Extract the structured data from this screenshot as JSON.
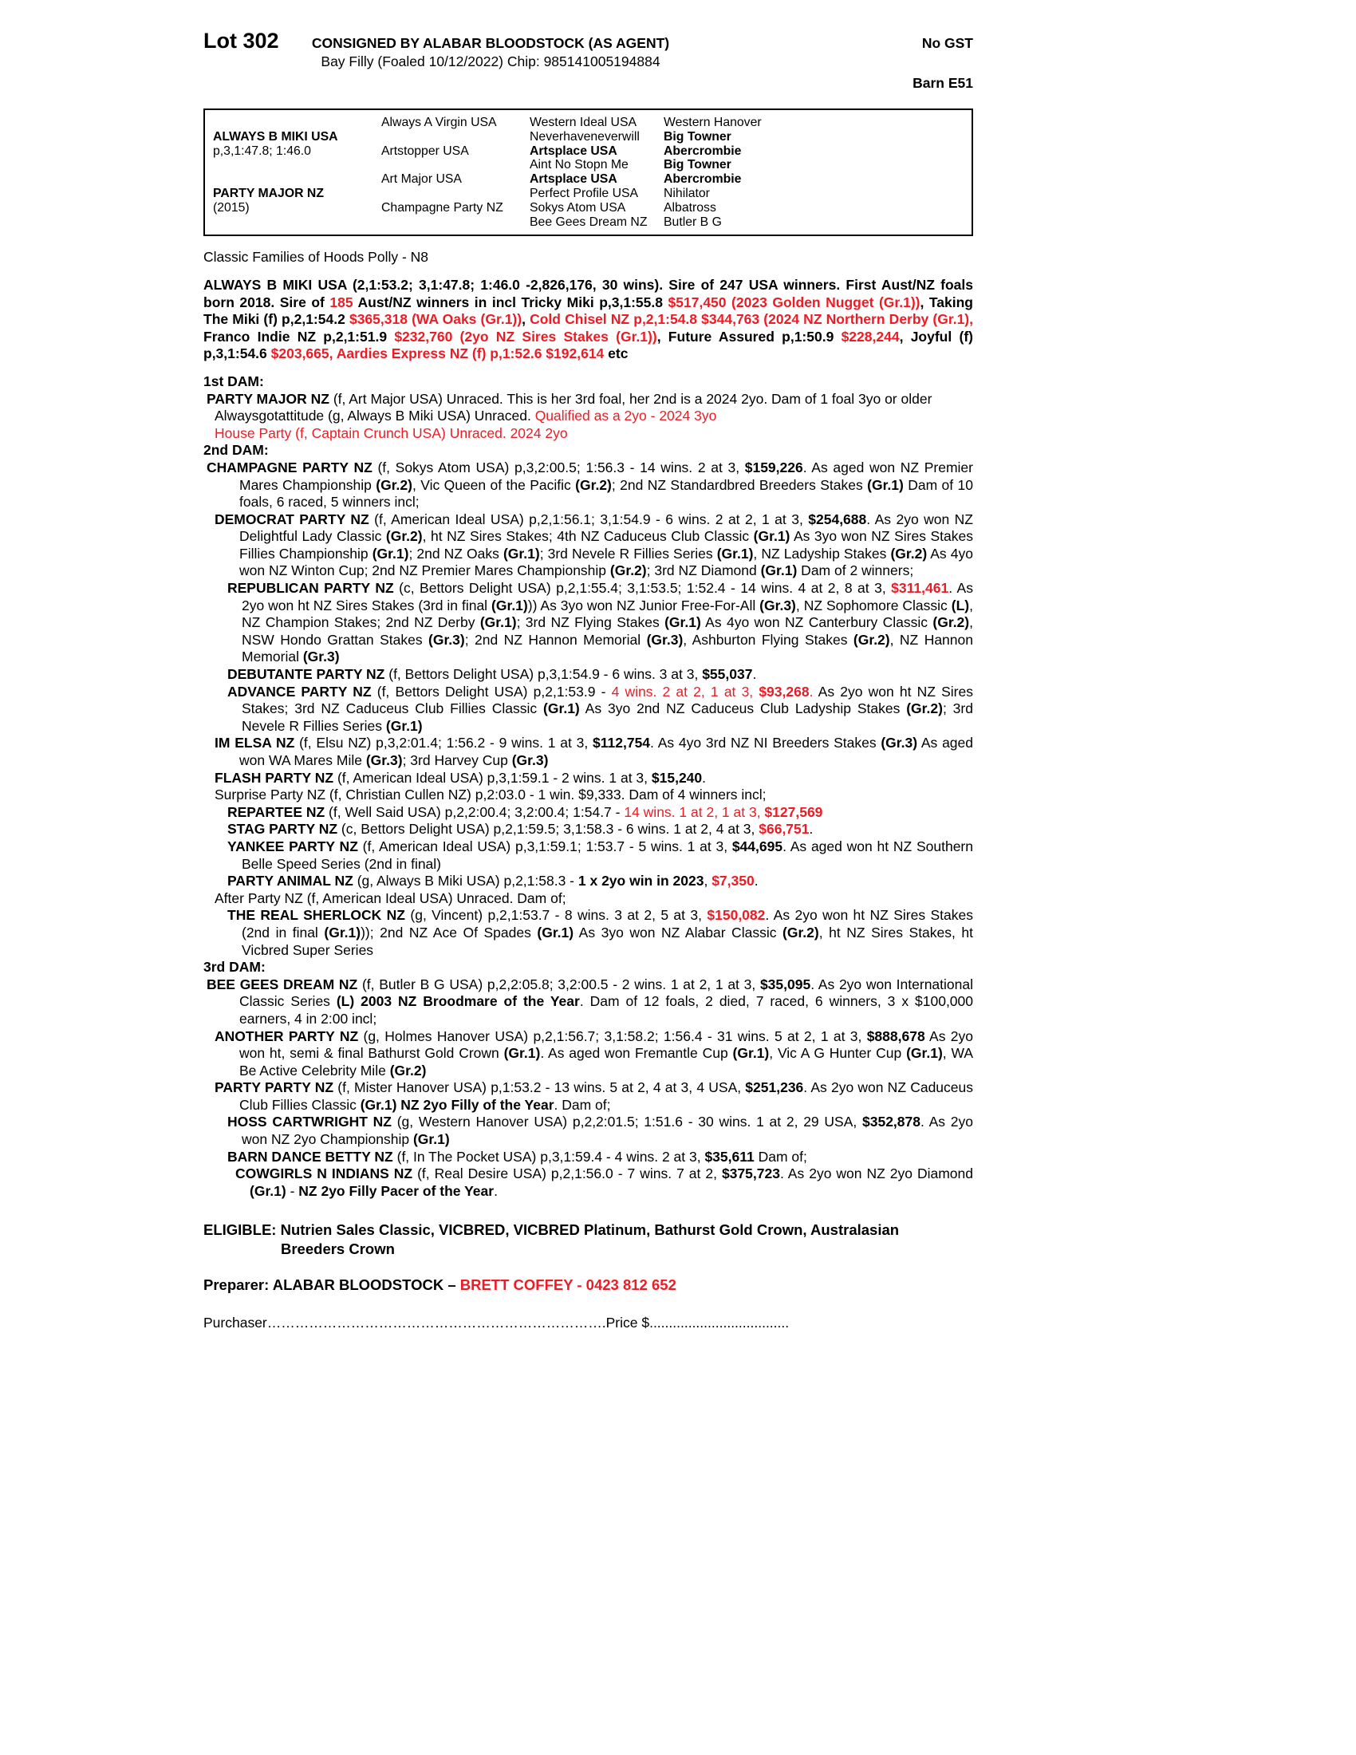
{
  "colors": {
    "red": "#ed1c24"
  },
  "header": {
    "lot": "Lot 302",
    "consignor": "CONSIGNED BY ALABAR BLOODSTOCK (AS AGENT)",
    "gst": "No GST",
    "description": "Bay Filly (Foaled  10/12/2022) Chip: 985141005194884",
    "barn": "Barn E51"
  },
  "pedigree": {
    "sire": "ALWAYS B MIKI USA",
    "sire_record": "p,3,1:47.8; 1:46.0",
    "dam": "PARTY MAJOR NZ",
    "dam_year": "(2015)",
    "g2": [
      "Always A Virgin USA",
      "Artstopper USA",
      "Art Major USA",
      "Champagne Party NZ"
    ],
    "g3": [
      "Western Ideal USA",
      "Neverhaveneverwill",
      "Artsplace USA",
      "Aint No Stopn Me",
      "Artsplace USA",
      "Perfect Profile USA",
      "Sokys Atom USA",
      "Bee Gees Dream NZ"
    ],
    "g4": [
      "Western Hanover",
      "Big Towner",
      "Abercrombie",
      "Big Towner",
      "Abercrombie",
      "Nihilator",
      "Albatross",
      "Butler B G"
    ]
  },
  "body": {
    "paragraphs": [
      {
        "nm": "classic-families-note",
        "seg": [
          {
            "t": "Classic Families of Hoods Polly - N8"
          }
        ]
      },
      {
        "nm": "sire-summary",
        "sp": 1,
        "seg": [
          {
            "t": "ALWAYS B MIKI USA (2,1:53.2; 3,1:47.8; 1:46.0 -2,826,176, 30 wins). Sire of 247 USA winners. First Aust/NZ foals born 2018. Sire of ",
            "b": 1
          },
          {
            "t": "185",
            "b": 1,
            "r": 1
          },
          {
            "t": " Aust/NZ winners in incl Tricky Miki p,3,1:55.8 ",
            "b": 1
          },
          {
            "t": "$517,450 (2023 Golden Nugget (Gr.1))",
            "b": 1,
            "r": 1
          },
          {
            "t": ", Taking The Miki (f) p,2,1:54.2 ",
            "b": 1
          },
          {
            "t": "$365,318 (WA Oaks (Gr.1))",
            "b": 1,
            "r": 1
          },
          {
            "t": ", ",
            "b": 1
          },
          {
            "t": "Cold Chisel NZ p,2,1:54.8 $344,763 (2024 NZ Northern Derby (Gr.1),",
            "b": 1,
            "r": 1
          },
          {
            "t": " Franco Indie NZ p,2,1:51.9 ",
            "b": 1
          },
          {
            "t": "$232,760 (2yo NZ Sires Stakes (Gr.1))",
            "b": 1,
            "r": 1
          },
          {
            "t": ", Future Assured p,1:50.9 ",
            "b": 1
          },
          {
            "t": "$228,244",
            "b": 1,
            "r": 1
          },
          {
            "t": ", Joyful (f) p,3,1:54.6 ",
            "b": 1
          },
          {
            "t": "$203,665, Aardies Express NZ (f) p,1:52.6 $192,614",
            "b": 1,
            "r": 1
          },
          {
            "t": " etc",
            "b": 1
          }
        ]
      },
      {
        "nm": "first-dam-heading",
        "sp": 1,
        "seg": [
          {
            "t": "1st DAM:",
            "b": 1
          }
        ]
      },
      {
        "ind": 1,
        "seg": [
          {
            "t": "PARTY MAJOR NZ",
            "b": 1
          },
          {
            "t": " (f, Art Major USA) Unraced. This is her 3rd foal, her 2nd is a 2024 2yo. Dam of 1 foal 3yo or older"
          }
        ]
      },
      {
        "ind": 2,
        "seg": [
          {
            "t": "Alwaysgotattitude (g, Always B Miki USA) Unraced. "
          },
          {
            "t": "Qualified as a 2yo - 2024 3yo",
            "r": 1
          }
        ]
      },
      {
        "ind": 2,
        "seg": [
          {
            "t": "House Party (f, Captain Crunch USA) Unraced. 2024 2yo",
            "r": 1
          }
        ]
      },
      {
        "nm": "second-dam-heading",
        "seg": [
          {
            "t": "2nd DAM:",
            "b": 1
          }
        ]
      },
      {
        "ind": 1,
        "seg": [
          {
            "t": "CHAMPAGNE PARTY NZ",
            "b": 1
          },
          {
            "t": " (f, Sokys Atom USA) p,3,2:00.5; 1:56.3 - 14 wins. 2 at 3, "
          },
          {
            "t": "$159,226",
            "b": 1
          },
          {
            "t": ". As aged won NZ Premier Mares Championship "
          },
          {
            "t": "(Gr.2)",
            "b": 1
          },
          {
            "t": ", Vic Queen of the Pacific "
          },
          {
            "t": "(Gr.2)",
            "b": 1
          },
          {
            "t": "; 2nd NZ Standardbred Breeders Stakes "
          },
          {
            "t": "(Gr.1)",
            "b": 1
          },
          {
            "t": " Dam of 10 foals, 6 raced, 5 winners incl;"
          }
        ]
      },
      {
        "ind": 2,
        "seg": [
          {
            "t": "DEMOCRAT PARTY NZ",
            "b": 1
          },
          {
            "t": " (f, American Ideal USA) p,2,1:56.1; 3,1:54.9 - 6 wins. 2 at 2, 1 at 3, "
          },
          {
            "t": "$254,688",
            "b": 1
          },
          {
            "t": ". As 2yo won NZ Delightful Lady Classic "
          },
          {
            "t": "(Gr.2)",
            "b": 1
          },
          {
            "t": ", ht NZ Sires Stakes; 4th NZ Caduceus Club Classic "
          },
          {
            "t": "(Gr.1)",
            "b": 1
          },
          {
            "t": " As 3yo won NZ Sires Stakes Fillies Championship "
          },
          {
            "t": "(Gr.1)",
            "b": 1
          },
          {
            "t": "; 2nd NZ Oaks "
          },
          {
            "t": "(Gr.1)",
            "b": 1
          },
          {
            "t": "; 3rd Nevele R Fillies Series "
          },
          {
            "t": "(Gr.1)",
            "b": 1
          },
          {
            "t": ", NZ Ladyship Stakes "
          },
          {
            "t": "(Gr.2)",
            "b": 1
          },
          {
            "t": " As 4yo won NZ Winton Cup; 2nd NZ Premier Mares Championship "
          },
          {
            "t": "(Gr.2)",
            "b": 1
          },
          {
            "t": "; 3rd NZ Diamond "
          },
          {
            "t": "(Gr.1)",
            "b": 1
          },
          {
            "t": " Dam of 2 winners;"
          }
        ]
      },
      {
        "ind": 3,
        "seg": [
          {
            "t": "REPUBLICAN PARTY NZ",
            "b": 1
          },
          {
            "t": " (c, Bettors Delight USA) p,2,1:55.4; 3,1:53.5; 1:52.4 - 14 wins. 4 at 2, 8 at 3, "
          },
          {
            "t": "$311,461",
            "b": 1,
            "r": 1
          },
          {
            "t": ". As 2yo won ht NZ Sires Stakes (3rd in final "
          },
          {
            "t": "(Gr.1)",
            "b": 1
          },
          {
            "t": ")) As 3yo won NZ Junior Free-For-All "
          },
          {
            "t": "(Gr.3)",
            "b": 1
          },
          {
            "t": ", NZ Sophomore Classic "
          },
          {
            "t": "(L)",
            "b": 1
          },
          {
            "t": ", NZ Champion Stakes; 2nd NZ Derby "
          },
          {
            "t": "(Gr.1)",
            "b": 1
          },
          {
            "t": "; 3rd NZ Flying Stakes "
          },
          {
            "t": "(Gr.1)",
            "b": 1
          },
          {
            "t": " As 4yo won NZ Canterbury Classic "
          },
          {
            "t": "(Gr.2)",
            "b": 1
          },
          {
            "t": ", NSW Hondo Grattan Stakes "
          },
          {
            "t": "(Gr.3)",
            "b": 1
          },
          {
            "t": "; 2nd NZ Hannon Memorial "
          },
          {
            "t": "(Gr.3)",
            "b": 1
          },
          {
            "t": ", Ashburton Flying Stakes "
          },
          {
            "t": "(Gr.2)",
            "b": 1
          },
          {
            "t": ", NZ Hannon Memorial "
          },
          {
            "t": "(Gr.3)",
            "b": 1
          }
        ]
      },
      {
        "ind": 3,
        "seg": [
          {
            "t": "DEBUTANTE PARTY NZ",
            "b": 1
          },
          {
            "t": " (f, Bettors Delight USA) p,3,1:54.9 - 6 wins. 3 at 3, "
          },
          {
            "t": "$55,037",
            "b": 1
          },
          {
            "t": "."
          }
        ]
      },
      {
        "ind": 3,
        "seg": [
          {
            "t": "ADVANCE PARTY NZ",
            "b": 1
          },
          {
            "t": " (f, Bettors Delight USA) p,2,1:53.9 - "
          },
          {
            "t": "4 wins. 2 at 2, 1 at 3, ",
            "r": 1
          },
          {
            "t": "$93,268",
            "b": 1,
            "r": 1
          },
          {
            "t": ".",
            "r": 1
          },
          {
            "t": " As 2yo won ht NZ Sires Stakes; 3rd NZ Caduceus Club Fillies Classic "
          },
          {
            "t": "(Gr.1)",
            "b": 1
          },
          {
            "t": " As 3yo 2nd NZ Caduceus Club Ladyship Stakes "
          },
          {
            "t": "(Gr.2)",
            "b": 1
          },
          {
            "t": "; 3rd Nevele R Fillies Series "
          },
          {
            "t": "(Gr.1)",
            "b": 1
          }
        ]
      },
      {
        "ind": 2,
        "seg": [
          {
            "t": "IM ELSA NZ",
            "b": 1
          },
          {
            "t": " (f, Elsu NZ) p,3,2:01.4; 1:56.2 - 9 wins. 1 at 3, "
          },
          {
            "t": "$112,754",
            "b": 1
          },
          {
            "t": ". As 4yo 3rd NZ NI Breeders Stakes "
          },
          {
            "t": "(Gr.3)",
            "b": 1
          },
          {
            "t": " As aged won WA Mares Mile "
          },
          {
            "t": "(Gr.3)",
            "b": 1
          },
          {
            "t": "; 3rd Harvey Cup "
          },
          {
            "t": "(Gr.3)",
            "b": 1
          }
        ]
      },
      {
        "ind": 2,
        "seg": [
          {
            "t": "FLASH PARTY NZ",
            "b": 1
          },
          {
            "t": " (f, American Ideal USA) p,3,1:59.1 - 2 wins. 1 at 3, "
          },
          {
            "t": "$15,240",
            "b": 1
          },
          {
            "t": "."
          }
        ]
      },
      {
        "ind": 2,
        "seg": [
          {
            "t": "Surprise Party NZ (f, Christian Cullen NZ) p,2:03.0 - 1 win. $9,333. Dam of 4 winners incl;"
          }
        ]
      },
      {
        "ind": 3,
        "seg": [
          {
            "t": "REPARTEE NZ",
            "b": 1
          },
          {
            "t": " (f, Well Said USA) p,2,2:00.4; 3,2:00.4; 1:54.7 - "
          },
          {
            "t": "14 wins. 1 at 2, 1 at 3, ",
            "r": 1
          },
          {
            "t": "$127,569",
            "b": 1,
            "r": 1
          }
        ]
      },
      {
        "ind": 3,
        "seg": [
          {
            "t": "STAG PARTY NZ",
            "b": 1
          },
          {
            "t": " (c, Bettors Delight USA) p,2,1:59.5; 3,1:58.3 - 6 wins. 1 at 2, 4 at 3, "
          },
          {
            "t": "$66,751",
            "b": 1,
            "r": 1
          },
          {
            "t": "."
          }
        ]
      },
      {
        "ind": 3,
        "seg": [
          {
            "t": "YANKEE PARTY NZ",
            "b": 1
          },
          {
            "t": " (f, American Ideal USA) p,3,1:59.1; 1:53.7 - 5 wins. 1 at 3, "
          },
          {
            "t": "$44,695",
            "b": 1
          },
          {
            "t": ". As aged won ht NZ Southern Belle Speed Series (2nd in final)"
          }
        ]
      },
      {
        "ind": 3,
        "seg": [
          {
            "t": "PARTY ANIMAL NZ",
            "b": 1
          },
          {
            "t": " (g, Always B Miki USA) p,2,1:58.3 - "
          },
          {
            "t": "1 x 2yo win in 2023",
            "b": 1
          },
          {
            "t": ", "
          },
          {
            "t": "$7,350",
            "b": 1,
            "r": 1
          },
          {
            "t": "."
          }
        ]
      },
      {
        "ind": 2,
        "seg": [
          {
            "t": "After Party NZ (f, American Ideal USA) Unraced. Dam of;"
          }
        ]
      },
      {
        "ind": 3,
        "seg": [
          {
            "t": "THE REAL SHERLOCK NZ",
            "b": 1
          },
          {
            "t": " (g, Vincent) p,2,1:53.7 - 8 wins. 3 at 2, 5 at 3, "
          },
          {
            "t": "$150,082",
            "b": 1,
            "r": 1
          },
          {
            "t": ". As 2yo won ht NZ Sires Stakes (2nd in final "
          },
          {
            "t": "(Gr.1)",
            "b": 1
          },
          {
            "t": ")); 2nd NZ Ace Of Spades "
          },
          {
            "t": "(Gr.1)",
            "b": 1
          },
          {
            "t": " As 3yo won NZ Alabar Classic "
          },
          {
            "t": "(Gr.2)",
            "b": 1
          },
          {
            "t": ", ht NZ Sires Stakes, ht Vicbred Super Series"
          }
        ]
      },
      {
        "nm": "third-dam-heading",
        "seg": [
          {
            "t": "3rd DAM:",
            "b": 1
          }
        ]
      },
      {
        "ind": 1,
        "seg": [
          {
            "t": "BEE GEES DREAM NZ",
            "b": 1
          },
          {
            "t": " (f, Butler B G USA) p,2,2:05.8; 3,2:00.5 - 2 wins. 1 at 2, 1 at 3, "
          },
          {
            "t": "$35,095",
            "b": 1
          },
          {
            "t": ". As 2yo won International Classic Series "
          },
          {
            "t": "(L) 2003 NZ Broodmare of the Year",
            "b": 1
          },
          {
            "t": ". Dam of 12 foals, 2 died, 7 raced, 6 winners, 3 x $100,000 earners, 4 in 2:00 incl;"
          }
        ]
      },
      {
        "ind": 2,
        "seg": [
          {
            "t": "ANOTHER PARTY NZ",
            "b": 1
          },
          {
            "t": " (g, Holmes Hanover USA) p,2,1:56.7; 3,1:58.2; 1:56.4 - 31 wins. 5 at 2, 1 at 3, "
          },
          {
            "t": "$888,678",
            "b": 1
          },
          {
            "t": " As 2yo won ht, semi & final Bathurst Gold Crown "
          },
          {
            "t": "(Gr.1)",
            "b": 1
          },
          {
            "t": ". As aged won Fremantle Cup "
          },
          {
            "t": "(Gr.1)",
            "b": 1
          },
          {
            "t": ", Vic A G Hunter Cup "
          },
          {
            "t": "(Gr.1)",
            "b": 1
          },
          {
            "t": ", WA Be Active Celebrity Mile "
          },
          {
            "t": "(Gr.2)",
            "b": 1
          }
        ]
      },
      {
        "ind": 2,
        "seg": [
          {
            "t": "PARTY PARTY NZ",
            "b": 1
          },
          {
            "t": " (f, Mister Hanover USA) p,1:53.2 - 13 wins. 5 at 2, 4 at 3, 4 USA, "
          },
          {
            "t": "$251,236",
            "b": 1
          },
          {
            "t": ". As 2yo won NZ Caduceus Club Fillies Classic "
          },
          {
            "t": "(Gr.1) NZ 2yo Filly of the Year",
            "b": 1
          },
          {
            "t": ". Dam of;"
          }
        ]
      },
      {
        "ind": 3,
        "seg": [
          {
            "t": "HOSS CARTWRIGHT NZ",
            "b": 1
          },
          {
            "t": " (g, Western Hanover USA) p,2,2:01.5; 1:51.6 - 30 wins. 1 at 2, 29 USA, "
          },
          {
            "t": "$352,878",
            "b": 1
          },
          {
            "t": ". As 2yo won NZ 2yo Championship "
          },
          {
            "t": "(Gr.1)",
            "b": 1
          }
        ]
      },
      {
        "ind": 3,
        "seg": [
          {
            "t": "BARN DANCE BETTY NZ",
            "b": 1
          },
          {
            "t": " (f, In The Pocket USA) p,3,1:59.4 - 4 wins. 2 at 3, "
          },
          {
            "t": "$35,611",
            "b": 1
          },
          {
            "t": " Dam of;"
          }
        ]
      },
      {
        "ind": 4,
        "seg": [
          {
            "t": "COWGIRLS N INDIANS NZ",
            "b": 1
          },
          {
            "t": " (f, Real Desire USA) p,2,1:56.0 - 7 wins. 7 at 2, "
          },
          {
            "t": "$375,723",
            "b": 1
          },
          {
            "t": ". As 2yo won NZ 2yo Diamond "
          },
          {
            "t": "(Gr.1)",
            "b": 1
          },
          {
            "t": " - "
          },
          {
            "t": "NZ 2yo Filly Pacer of the Year",
            "b": 1
          },
          {
            "t": "."
          }
        ]
      }
    ]
  },
  "footer": {
    "eligible": [
      {
        "t": "ELIGIBLE: Nutrien Sales Classic, VICBRED, VICBRED Platinum, Bathurst Gold Crown, Australasian Breeders Crown",
        "b": 1
      }
    ],
    "preparer": [
      {
        "t": "Preparer: ALABAR BLOODSTOCK – ",
        "b": 1
      },
      {
        "t": "BRETT COFFEY - 0423 812 652",
        "b": 1,
        "r": 1
      }
    ],
    "purchaser": [
      {
        "t": "Purchaser……………………………………………………………….Price $...................................."
      }
    ]
  }
}
